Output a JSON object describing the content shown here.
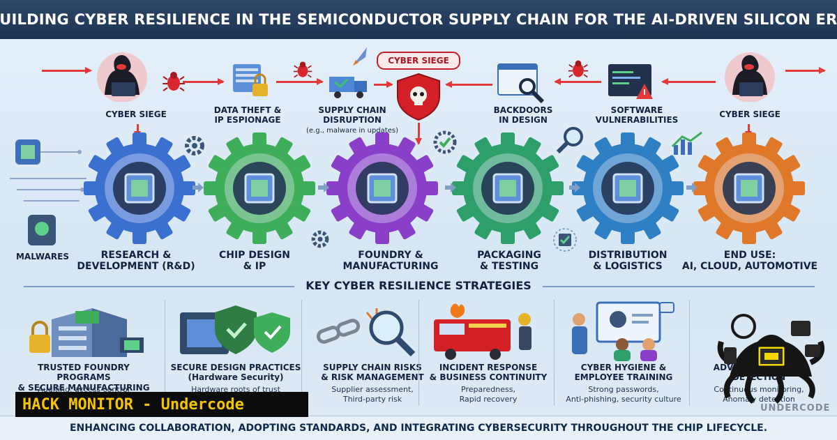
{
  "title": "BUILDING CYBER RESILIENCE IN THE SEMICONDUCTOR SUPPLY CHAIN FOR THE AI-DRIVEN SILICON ERA",
  "badge": "CYBER SIEGE",
  "threats": {
    "left_siege": "CYBER SIEGE",
    "data_theft": "DATA THEFT &\nIP ESPIONAGE",
    "supply_disruption": "SUPPLY CHAIN\nDISRUPTION",
    "supply_note": "(e.g., malware in updates)",
    "backdoors": "BACKDOORS\nIN DESIGN",
    "software_vuln": "SOFTWARE\nVULNERABILITIES",
    "right_siege": "CYBER SIEGE",
    "malwares": "MALWARES"
  },
  "stages": [
    {
      "label": "RESEARCH &\nDEVELOPMENT (R&D)",
      "color": "#3b6fd0"
    },
    {
      "label": "CHIP DESIGN\n& IP",
      "color": "#3fae5a"
    },
    {
      "label": "FOUNDRY &\nMANUFACTURING",
      "color": "#8a3fc9"
    },
    {
      "label": "PACKAGING\n& TESTING",
      "color": "#2e9f6a"
    },
    {
      "label": "DISTRIBUTION\n& LOGISTICS",
      "color": "#2f7fc4"
    },
    {
      "label": "END USE:\nAI, CLOUD, AUTOMOTIVE",
      "color": "#e0782a"
    }
  ],
  "strategies_title": "KEY CYBER RESILIENCE STRATEGIES",
  "strategies": [
    {
      "title": "TRUSTED FOUNDRY PROGRAMS\n& SECURE MANUFACTURING",
      "desc": "Auditing, access control"
    },
    {
      "title": "SECURE DESIGN PRACTICES\n(Hardware Security)",
      "desc": "Hardware roots of trust"
    },
    {
      "title": "SUPPLY CHAIN RISKS\n& RISK MANAGEMENT",
      "desc": "Supplier assessment,\nThird-party risk"
    },
    {
      "title": "INCIDENT RESPONSE\n& BUSINESS CONTINUITY",
      "desc": "Preparedness,\nRapid recovery"
    },
    {
      "title": "CYBER HYGIENE &\nEMPLOYEE TRAINING",
      "desc": "Strong passwords,\nAnti-phishing, security culture"
    },
    {
      "title": "ADVANCED THREAT\nDETECTION",
      "desc": "Continuous monitoring,\nAnomaly detection"
    }
  ],
  "footer": "ENHANCING COLLABORATION, ADOPTING STANDARDS, AND INTEGRATING CYBERSECURITY THROUGHOUT THE CHIP LIFECYCLE.",
  "watermark": "HACK MONITOR - Undercode",
  "watermark_brand": "UNDERCODE",
  "colors": {
    "threat_red": "#e23a3a",
    "banner": "#2f4868",
    "watermark_bg": "#0c0c0c",
    "watermark_fg": "#f4c400"
  },
  "icons": [
    "hacker-icon",
    "bug-icon",
    "folder-lock-icon",
    "truck-icon",
    "rocket-icon",
    "skull-shield-icon",
    "magnifier-icon",
    "code-window-icon",
    "chip-icon",
    "cloud-chip-icon",
    "gear-icon",
    "check-icon",
    "building-icon",
    "shield-chip-icon",
    "broken-chain-icon",
    "fire-truck-icon",
    "training-icon",
    "octopus-mascot-icon"
  ]
}
